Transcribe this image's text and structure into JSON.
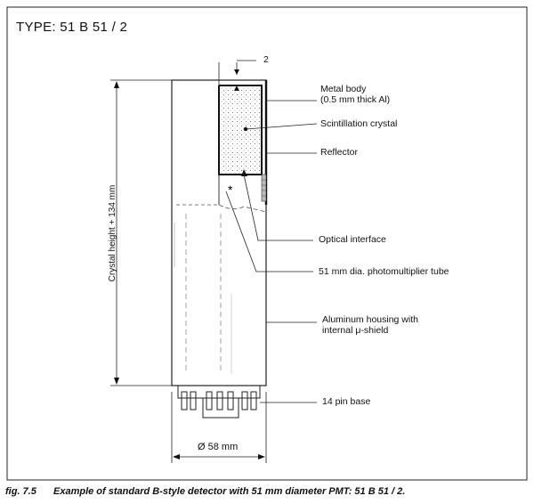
{
  "title": "TYPE: 51 B 51 / 2",
  "dimensions": {
    "top_gap": "2",
    "height": "Crystal height + 134 mm",
    "width": "Ø 58 mm"
  },
  "callouts": {
    "metal_body_line1": "Metal body",
    "metal_body_line2": "(0.5 mm thick Al)",
    "crystal": "Scintillation crystal",
    "reflector": "Reflector",
    "optical_interface": "Optical interface",
    "pmt": "51 mm dia. photomultiplier tube",
    "housing_line1": "Aluminum housing with",
    "housing_line2": "internal μ-shield",
    "pin_base": "14 pin base"
  },
  "caption": {
    "number": "fig. 7.5",
    "text": "Example of standard B-style detector with 51 mm diameter PMT: 51 B 51 / 2."
  }
}
